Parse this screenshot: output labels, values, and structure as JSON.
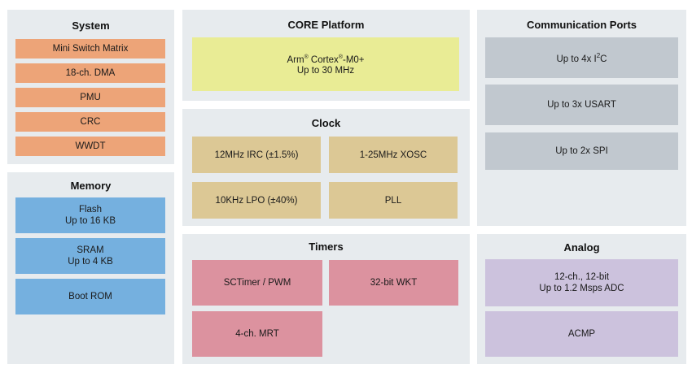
{
  "system": {
    "title": "System",
    "items": [
      "Mini Switch Matrix",
      "18-ch. DMA",
      "PMU",
      "CRC",
      "WWDT"
    ]
  },
  "memory": {
    "title": "Memory",
    "flash": [
      "Flash",
      "Up to 16 KB"
    ],
    "sram": [
      "SRAM",
      "Up to 4 KB"
    ],
    "boot": "Boot ROM"
  },
  "core": {
    "title": "CORE Platform",
    "cpu_name_prefix": "Arm",
    "cpu_name_mid": " Cortex",
    "cpu_name_suffix": "-M0+",
    "reg_mark": "®",
    "cpu_speed": "Up to 30 MHz"
  },
  "clock": {
    "title": "Clock",
    "items": [
      "12MHz IRC (±1.5%)",
      "1-25MHz XOSC",
      "10KHz LPO (±40%)",
      "PLL"
    ]
  },
  "timers": {
    "title": "Timers",
    "items": [
      "SCTimer / PWM",
      "32-bit WKT",
      "4-ch. MRT"
    ]
  },
  "comm": {
    "title": "Communication Ports",
    "i2c_prefix": "Up to 4x I",
    "i2c_sup": "2",
    "i2c_suffix": "C",
    "usart": "Up to 3x USART",
    "spi": "Up to 2x SPI"
  },
  "analog": {
    "title": "Analog",
    "adc": [
      "12-ch., 12-bit",
      "Up to 1.2 Msps ADC"
    ],
    "acmp": "ACMP"
  },
  "colors": {
    "panel": "#e7ebee",
    "system": "#eda478",
    "memory": "#75b0df",
    "core": "#e9ec95",
    "clock": "#dcc895",
    "timers": "#dc929f",
    "comm": "#c1c8cf",
    "analog": "#ccc2dd"
  }
}
